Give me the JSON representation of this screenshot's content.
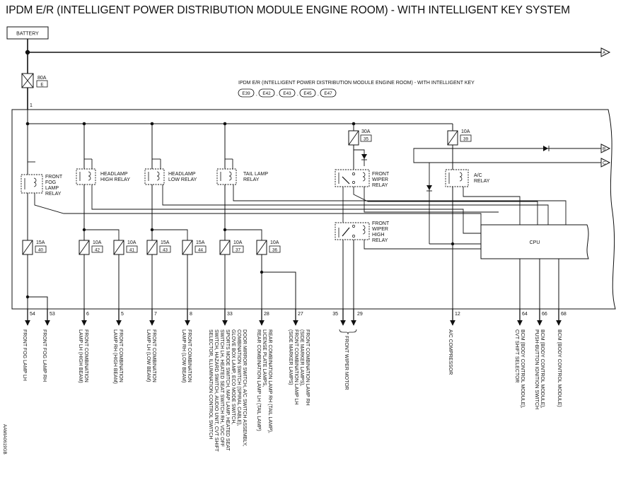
{
  "title": "IPDM E/R (INTELLIGENT POWER DISTRIBUTION MODULE ENGINE ROOM) - WITH INTELLIGENT KEY SYSTEM",
  "battery": "BATTERY",
  "main_fuse": {
    "amp": "80A",
    "id": "E"
  },
  "module_title": "IPDM E/R (INTELLIGENT POWER DISTRIBUTION MODULE ENGINE ROOM) - WITH INTELLIGENT KEY",
  "connectors": [
    "E39",
    "E42",
    "E43",
    "E45",
    "E47"
  ],
  "connector_sep": ",",
  "terminal_1": "1",
  "offpage": {
    "a": "A",
    "b": "B",
    "c": "C"
  },
  "relays": {
    "fog": [
      "FRONT",
      "FOG",
      "LAMP",
      "RELAY"
    ],
    "hi": [
      "HEADLAMP",
      "HIGH RELAY"
    ],
    "lo": [
      "HEADLAMP",
      "LOW RELAY"
    ],
    "tail": [
      "TAIL LAMP",
      "RELAY"
    ],
    "wiper": [
      "FRONT",
      "WIPER",
      "RELAY"
    ],
    "wiper_hi": [
      "FRONT",
      "WIPER",
      "HIGH",
      "RELAY"
    ],
    "ac": [
      "A/C",
      "RELAY"
    ]
  },
  "cpu": "CPU",
  "fuses": {
    "f30": {
      "amp": "30A",
      "id": "35"
    },
    "f39": {
      "amp": "10A",
      "id": "39"
    },
    "f40": {
      "amp": "15A",
      "id": "40"
    },
    "f42": {
      "amp": "10A",
      "id": "42"
    },
    "f41": {
      "amp": "10A",
      "id": "41"
    },
    "f43": {
      "amp": "15A",
      "id": "43"
    },
    "f44": {
      "amp": "15A",
      "id": "44"
    },
    "f37": {
      "amp": "10A",
      "id": "37"
    },
    "f36": {
      "amp": "10A",
      "id": "36"
    }
  },
  "pins": [
    "54",
    "53",
    "6",
    "5",
    "7",
    "8",
    "33",
    "28",
    "27",
    "35",
    "29",
    "12",
    "64",
    "66",
    "68"
  ],
  "outputs": {
    "fog_lh": [
      "FRONT FOG LAMP LH"
    ],
    "fog_rh": [
      "FRONT FOG LAMP RH"
    ],
    "comb_lh_high": [
      "FRONT COMBINATION",
      "LAMP LH (HIGH BEAM)"
    ],
    "comb_rh_high": [
      "FRONT COMBINATION",
      "LAMP RH (HIGH BEAM)"
    ],
    "comb_lh_low": [
      "FRONT COMBINATION",
      "LAMP LH (LOW BEAM)"
    ],
    "comb_rh_low": [
      "FRONT COMBINATION",
      "LAMP RH (LOW BEAM)"
    ],
    "illum": [
      "DOOR MIRROR SWITCH, A/C SWITCH ASSEMBLY,",
      "COMBINATION SWITCH (SPIRAL CABLE),",
      "GLOVE BOX LAMP, ECO MODE SWITCH,",
      "SPORTS MODE SWITCH, MAP LAMP, HEATED SEAT",
      "SWITCH LH, HEATED SEAT SWITCH RH, VDC OFF",
      "SWITCH, HAZARD SWITCH, AUDIO UNIT, CVT SHIFT",
      "SELECTOR, ILLUMINATION CONTROL SWITCH"
    ],
    "rear_comb": [
      "REAR COMBINATION LAMP RH (TAIL LAMP),",
      "LICENSE PLATE LAMPS,",
      "REAR COMBINATION LAMP LH (TAIL LAMP)"
    ],
    "side_marker": [
      "FRONT COMBINATION LAMP RH",
      "(SIDE MARKER LAMPS),",
      "FRONT COMBINATION LAMP LH",
      "(SIDE MARKER LAMPS)"
    ],
    "wiper_motor": [
      "FRONT WIPER MOTOR"
    ],
    "ac_comp": [
      "A/C COMPRESSOR"
    ],
    "bcm64": [
      "BCM (BODY CONTROL MODULE),",
      "CVT SHIFT SELECTOR"
    ],
    "bcm66": [
      "BCM (BODY CONTROL MODULE),",
      "PUSH-BUTTON IGNITION SWITCH"
    ],
    "bcm68": [
      "BCM (BODY CONTROL MODULE)"
    ]
  },
  "diagram_code": "AAMIA0619GB"
}
